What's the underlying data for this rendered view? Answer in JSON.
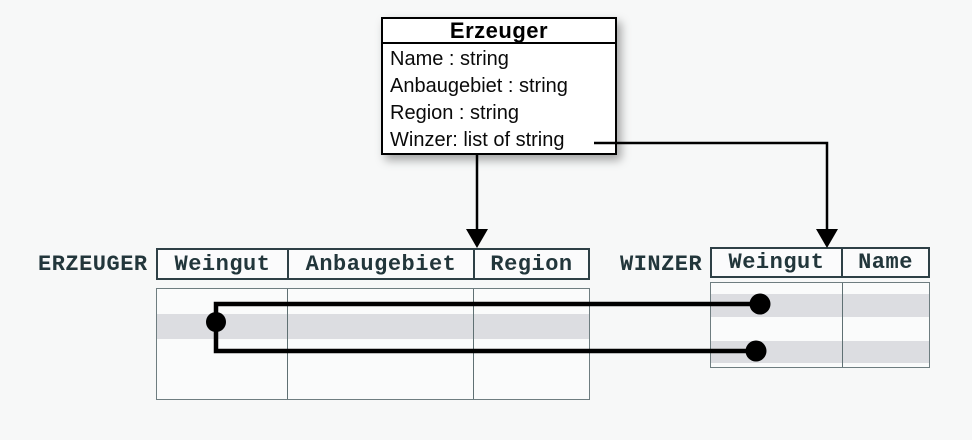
{
  "diagram": {
    "class_box": {
      "title": "Erzeuger",
      "attributes": [
        "Name : string",
        "Anbaugebiet : string",
        "Region : string",
        "Winzer: list of string"
      ]
    },
    "erzeuger_table": {
      "label": "ERZEUGER",
      "columns": [
        "Weingut",
        "Anbaugebiet",
        "Region"
      ],
      "body_rows": 4,
      "highlighted_row_index": 2,
      "cell_values": []
    },
    "winzer_table": {
      "label": "WINZER",
      "columns": [
        "Weingut",
        "Name"
      ],
      "body_rows": 4,
      "highlighted_row_indexes": [
        2,
        4
      ],
      "cell_values": []
    },
    "relations": {
      "arrow_from_class_bottom_to": "ERZEUGER table",
      "arrow_from_winzer_attribute_to": "WINZER table",
      "row_link": "one highlighted ERZEUGER row linked to two highlighted WINZER rows"
    },
    "colors": {
      "background": "#f7f8f8",
      "class_box_border": "#000000",
      "class_box_fill": "#ffffff",
      "table_header_border": "#2e4046",
      "table_body_border": "#6e7d80",
      "column_separator": "#5f7073",
      "row_stripe": "#dcdde1",
      "label_text": "#22363b",
      "connector": "#000000"
    }
  }
}
